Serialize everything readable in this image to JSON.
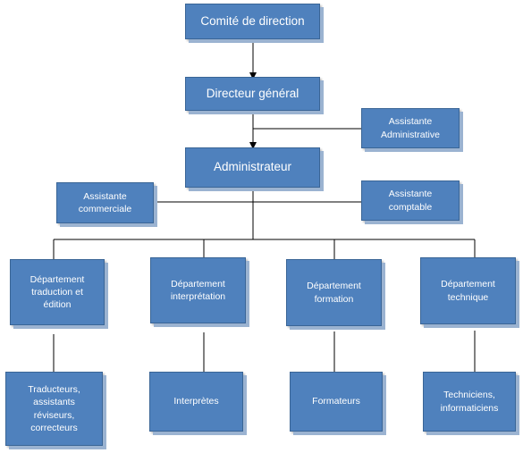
{
  "org": {
    "board": "Comité de direction",
    "ceo": "Directeur général",
    "admin_assistant": "Assistante\nAdministrative",
    "administrator": "Administrateur",
    "sales_assistant": "Assistante\ncommerciale",
    "accounting_assistant": "Assistante\ncomptable",
    "departments": [
      {
        "name": "Département\ntraduction et\nédition",
        "staff": "Traducteurs,\nassistants\nréviseurs,\ncorrecteurs"
      },
      {
        "name": "Département\ninterprétation",
        "staff": "Interprètes"
      },
      {
        "name": "Département\nformation",
        "staff": "Formateurs"
      },
      {
        "name": "Département\ntechnique",
        "staff": "Techniciens,\ninformaticiens"
      }
    ]
  },
  "colors": {
    "box_fill": "#4f81bd",
    "box_text": "#ffffff",
    "connector": "#000000"
  }
}
